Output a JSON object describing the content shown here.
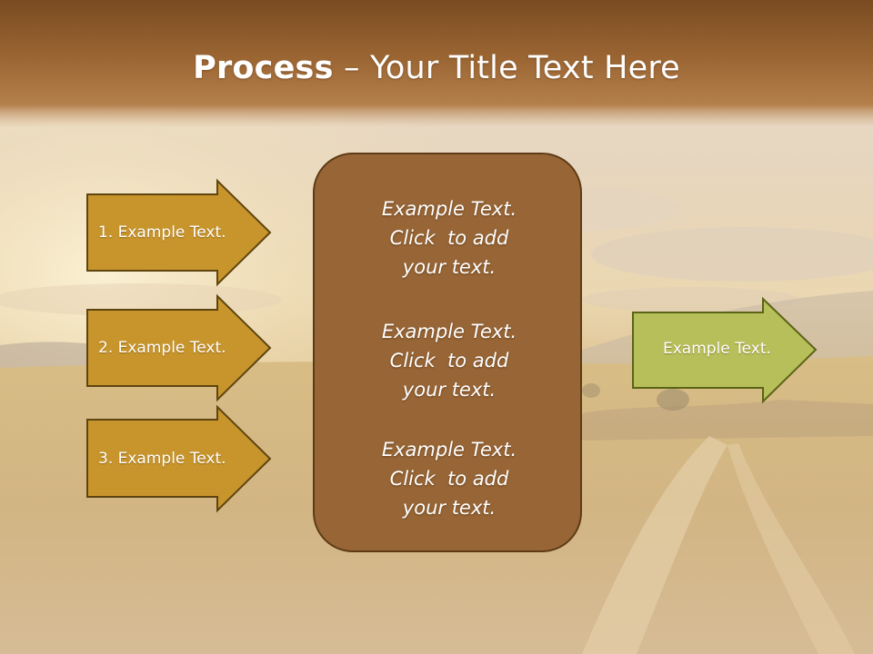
{
  "slide": {
    "title_bold": "Process",
    "title_rest": " – Your Title Text Here",
    "input_arrows": [
      {
        "label": "1. Example Text."
      },
      {
        "label": "2. Example Text."
      },
      {
        "label": "3. Example Text."
      }
    ],
    "center_box": {
      "blocks": [
        {
          "lines": [
            "Example Text.",
            "Click  to add",
            "your text."
          ]
        },
        {
          "lines": [
            "Example Text.",
            "Click  to add",
            "your text."
          ]
        },
        {
          "lines": [
            "Example Text.",
            "Click  to add",
            "your text."
          ]
        }
      ]
    },
    "output_arrow": {
      "label": "Example Text."
    }
  },
  "colors": {
    "title_band": "#8a5a2e",
    "input_arrow_fill": "#c8952c",
    "input_arrow_stroke": "#5e4410",
    "center_box_fill": "#986636",
    "output_arrow_fill": "#b7bf5a",
    "output_arrow_stroke": "#5a6316"
  }
}
